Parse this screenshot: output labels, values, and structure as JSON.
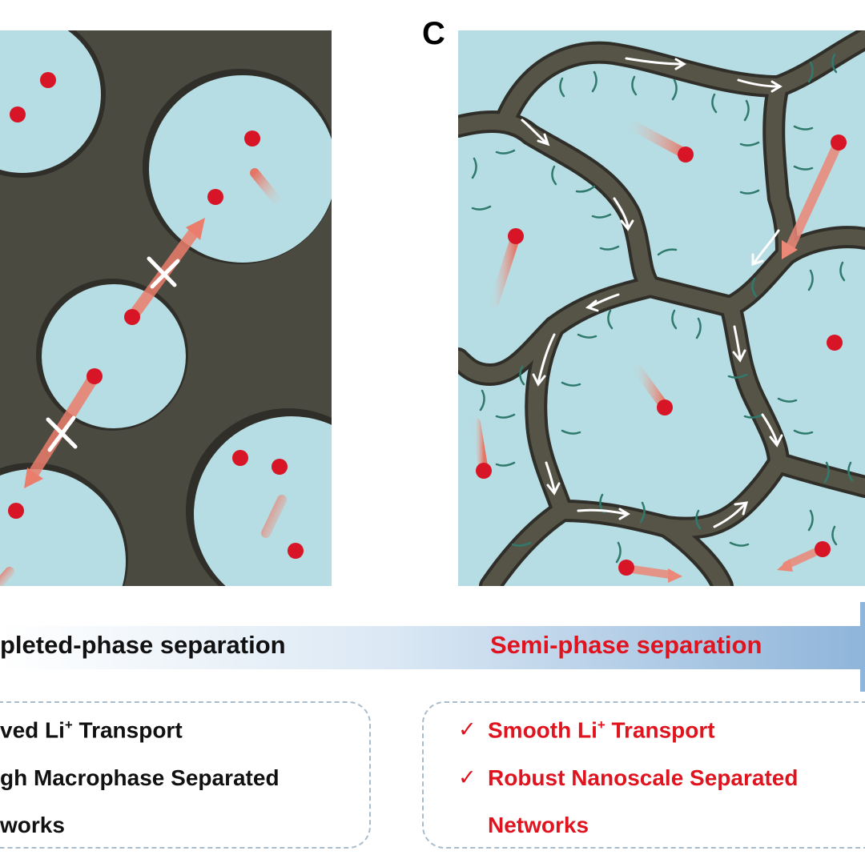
{
  "panel_label": "C",
  "phase_bar": {
    "left_label": "pleted-phase separation",
    "right_label": "Semi-phase separation"
  },
  "features_left": {
    "line1": "ved Li",
    "line1_sup": "+",
    "line1_end": " Transport",
    "line2": "gh Macrophase Separated",
    "line3": "works"
  },
  "features_right": {
    "check": "✓",
    "line1": "Smooth Li",
    "line1_sup": "+",
    "line1_end": " Transport",
    "line2": "Robust Nanoscale Separated",
    "line3": "Networks"
  },
  "colors": {
    "dark_matrix": "#4b4a40",
    "pore_fill": "#b6dde3",
    "ion": "#d71526",
    "highlight_text": "#e0141f",
    "chain": "#2f7a6c",
    "bar_gradient_end": "#8fb5da"
  }
}
